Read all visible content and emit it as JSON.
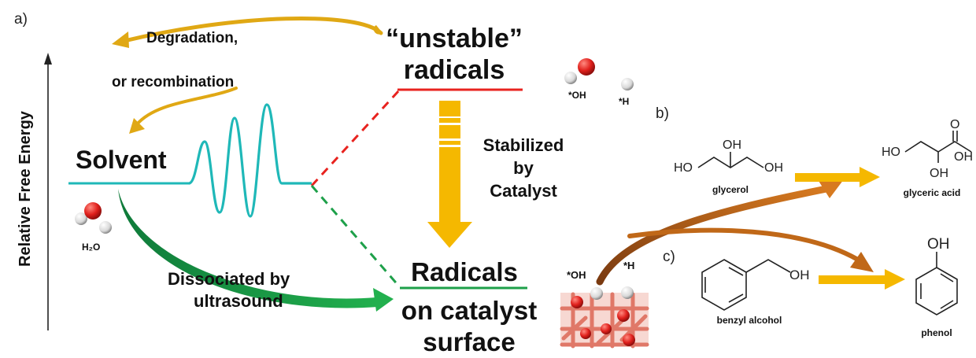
{
  "panel_labels": {
    "a": "a)",
    "b": "b)",
    "c": "c)"
  },
  "axis": {
    "label": "Relative Free Energy"
  },
  "levels": {
    "unstable_line1": "“unstable”",
    "unstable_line2": "radicals",
    "solvent": "Solvent",
    "surface_line1": "Radicals",
    "surface_line2": "on catalyst",
    "surface_line3": "surface"
  },
  "annotations": {
    "degradation": "Degradation,",
    "recombination": "or recombination",
    "stabilized_line1": "Stabilized",
    "stabilized_line2": "by",
    "stabilized_line3": "Catalyst",
    "dissociated_line1": "Dissociated by",
    "dissociated_line2": "ultrasound"
  },
  "species": {
    "oh_radical": "*OH",
    "h_radical": "*H",
    "water": "H₂O",
    "surface_oh": "*OH",
    "surface_h": "*H"
  },
  "molecules": {
    "glycerol": "glycerol",
    "glyceric_acid": "glyceric  acid",
    "benzyl_alcohol": "benzyl alcohol",
    "phenol": "phenol",
    "ho": "HO",
    "oh": "OH",
    "o": "O"
  },
  "colors": {
    "solvent_line": "#1fb8b8",
    "unstable_line": "#e8231f",
    "surface_line": "#1ea04a",
    "gold_arrow": "#f5b800",
    "degradation_arrow": "#e0a814",
    "brown_arrow": "#b85a14",
    "oxygen": "#e0201c",
    "catalyst": "#e07868"
  }
}
